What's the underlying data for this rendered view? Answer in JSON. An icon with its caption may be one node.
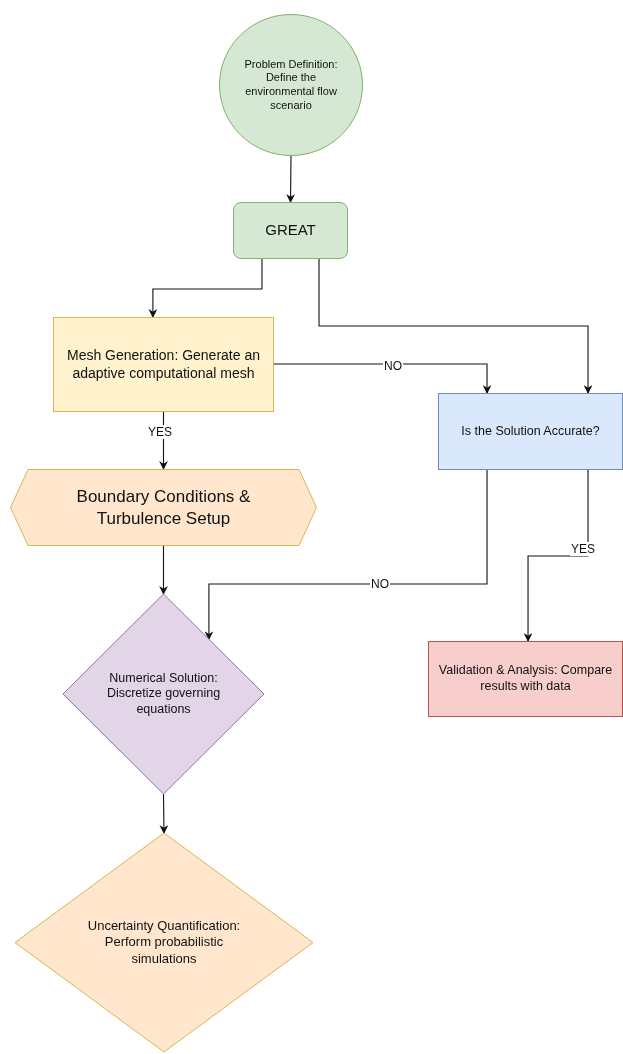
{
  "diagram": {
    "nodes": [
      {
        "text": [
          "Problem Definition: Define the environmental flow scenario"
        ]
      },
      {
        "text": [
          "GREAT"
        ]
      },
      {
        "text": [
          "Mesh Generation: Generate an adaptive computational mesh"
        ]
      },
      {
        "text": [
          "Is the Solution Accurate?"
        ]
      },
      {
        "text": [
          "Boundary Conditions & Turbulence Setup"
        ]
      },
      {
        "text": [
          "Numerical Solution: Discretize governing equations"
        ]
      },
      {
        "text": [
          "Validation & Analysis: Compare results with data"
        ]
      },
      {
        "text": [
          "Uncertainty Quantification: Perform probabilistic simulations"
        ]
      }
    ],
    "edges": [
      {
        "from": 0,
        "to": 1,
        "arrow": "to"
      },
      {
        "from": 1,
        "to": 2,
        "arrow": "to"
      },
      {
        "from": 1,
        "to": 3,
        "arrow": "to"
      },
      {
        "from": 2,
        "to": 3,
        "arrow": "to",
        "label": "NO"
      },
      {
        "from": 2,
        "to": 4,
        "arrow": "to",
        "label": "YES"
      },
      {
        "from": 3,
        "to": 5,
        "arrow": "to",
        "label": "NO"
      },
      {
        "from": 3,
        "to": 6,
        "arrow": "to",
        "label": "YES"
      },
      {
        "from": 4,
        "to": 5,
        "arrow": "to"
      },
      {
        "from": 5,
        "to": 7,
        "arrow": "to"
      }
    ]
  }
}
